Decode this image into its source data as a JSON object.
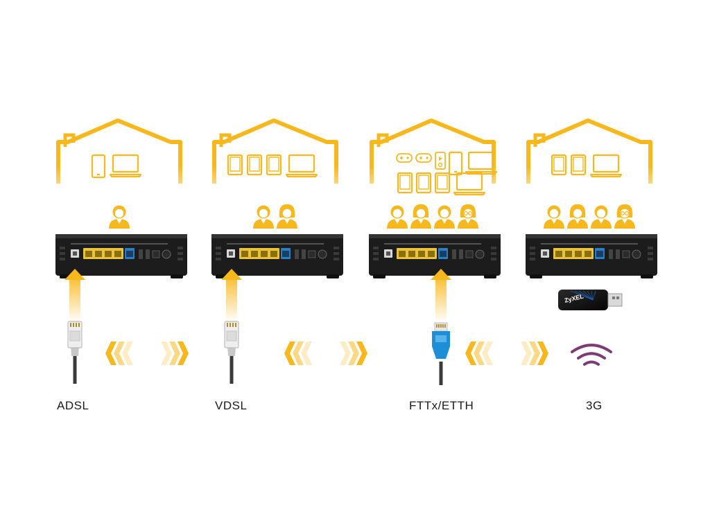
{
  "colors": {
    "accent": "#f7b81d",
    "accent_light": "#fde7b0",
    "router_body": "#1c1c1c",
    "lan_port": "#e9c43a",
    "wan_port": "#2a7fc4",
    "fiber_plug": "#1e8fd6",
    "wireless": "#7e3a72",
    "cable": "#3a3a3a"
  },
  "scenarios": [
    {
      "label": "ADSL",
      "connector": "phone-plug",
      "devices": [
        "smartphone",
        "laptop"
      ],
      "people": 1,
      "usb_dongle": false
    },
    {
      "label": "VDSL",
      "connector": "phone-plug",
      "devices": [
        "tablet",
        "tablet",
        "tablet",
        "laptop"
      ],
      "people": 2,
      "usb_dongle": false
    },
    {
      "label": "FTTx/ETTH",
      "connector": "ethernet-plug",
      "devices": [
        "gamepad",
        "gamepad",
        "media-player",
        "smartphone",
        "laptop",
        "tablet",
        "tablet",
        "tablet",
        "laptop"
      ],
      "people": 4,
      "usb_dongle": false
    },
    {
      "label": "3G",
      "connector": "wireless",
      "devices": [
        "tablet",
        "tablet",
        "laptop"
      ],
      "people": 4,
      "usb_dongle": true
    }
  ],
  "dongle": {
    "brand": "ZyXEL"
  }
}
